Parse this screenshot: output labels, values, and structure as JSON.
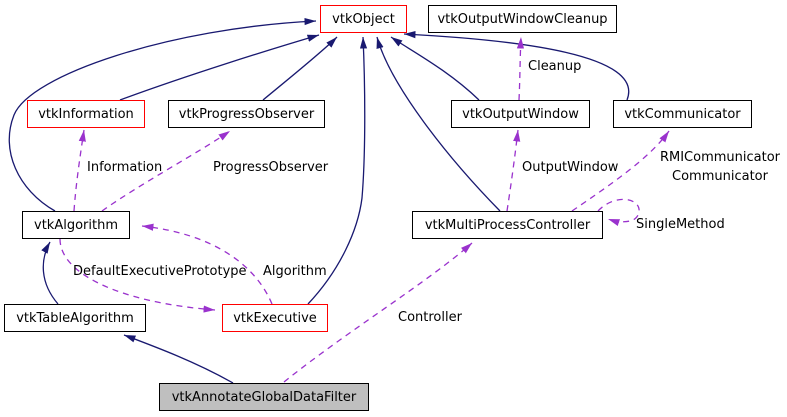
{
  "diagram": {
    "type": "doxygen-collaboration-graph",
    "main_class": "vtkAnnotateGlobalDataFilter",
    "background": "#ffffff",
    "colors": {
      "inheritance_edge": "#191970",
      "usage_edge": "#9a32cd",
      "highlight_node_border": "#ff0000",
      "node_border": "#000000",
      "node_fill": "#ffffff",
      "main_node_fill": "#bfbfbf",
      "text": "#000000"
    },
    "nodes": {
      "object": {
        "label": "vtkObject"
      },
      "outputWindowCleanup": {
        "label": "vtkOutputWindowCleanup"
      },
      "information": {
        "label": "vtkInformation"
      },
      "progressObserver": {
        "label": "vtkProgressObserver"
      },
      "outputWindow": {
        "label": "vtkOutputWindow"
      },
      "communicator": {
        "label": "vtkCommunicator"
      },
      "algorithm": {
        "label": "vtkAlgorithm"
      },
      "multiProcessController": {
        "label": "vtkMultiProcessController"
      },
      "tableAlgorithm": {
        "label": "vtkTableAlgorithm"
      },
      "executive": {
        "label": "vtkExecutive"
      },
      "annotateGlobalDataFilter": {
        "label": "vtkAnnotateGlobalDataFilter"
      }
    },
    "edge_labels": {
      "cleanup": "Cleanup",
      "information": "Information",
      "progressObserver": "ProgressObserver",
      "outputWindow": "OutputWindow",
      "rmiCommunicatorLine1": "RMICommunicator",
      "rmiCommunicatorLine2": "Communicator",
      "singleMethod": "SingleMethod",
      "defaultExecutivePrototype": "DefaultExecutivePrototype",
      "algorithm": "Algorithm",
      "controller": "Controller"
    },
    "edges": [
      {
        "from": "vtkInformation",
        "to": "vtkObject",
        "style": "solid-inheritance"
      },
      {
        "from": "vtkProgressObserver",
        "to": "vtkObject",
        "style": "solid-inheritance"
      },
      {
        "from": "vtkAlgorithm",
        "to": "vtkObject",
        "style": "solid-inheritance"
      },
      {
        "from": "vtkExecutive",
        "to": "vtkObject",
        "style": "solid-inheritance"
      },
      {
        "from": "vtkMultiProcessController",
        "to": "vtkObject",
        "style": "solid-inheritance"
      },
      {
        "from": "vtkOutputWindow",
        "to": "vtkObject",
        "style": "solid-inheritance"
      },
      {
        "from": "vtkCommunicator",
        "to": "vtkObject",
        "style": "solid-inheritance"
      },
      {
        "from": "vtkTableAlgorithm",
        "to": "vtkAlgorithm",
        "style": "solid-inheritance"
      },
      {
        "from": "vtkAnnotateGlobalDataFilter",
        "to": "vtkTableAlgorithm",
        "style": "solid-inheritance"
      },
      {
        "from": "vtkOutputWindow",
        "to": "vtkOutputWindowCleanup",
        "style": "dashed-usage",
        "label": "Cleanup"
      },
      {
        "from": "vtkAlgorithm",
        "to": "vtkInformation",
        "style": "dashed-usage",
        "label": "Information"
      },
      {
        "from": "vtkAlgorithm",
        "to": "vtkProgressObserver",
        "style": "dashed-usage",
        "label": "ProgressObserver"
      },
      {
        "from": "vtkMultiProcessController",
        "to": "vtkOutputWindow",
        "style": "dashed-usage",
        "label": "OutputWindow"
      },
      {
        "from": "vtkMultiProcessController",
        "to": "vtkCommunicator",
        "style": "dashed-usage",
        "label": "RMICommunicator Communicator"
      },
      {
        "from": "vtkMultiProcessController",
        "to": "vtkMultiProcessController",
        "style": "dashed-usage",
        "label": "SingleMethod"
      },
      {
        "from": "vtkAlgorithm",
        "to": "vtkExecutive",
        "style": "dashed-usage",
        "label": "DefaultExecutivePrototype"
      },
      {
        "from": "vtkExecutive",
        "to": "vtkAlgorithm",
        "style": "dashed-usage",
        "label": "Algorithm"
      },
      {
        "from": "vtkAnnotateGlobalDataFilter",
        "to": "vtkMultiProcessController",
        "style": "dashed-usage",
        "label": "Controller"
      }
    ]
  }
}
